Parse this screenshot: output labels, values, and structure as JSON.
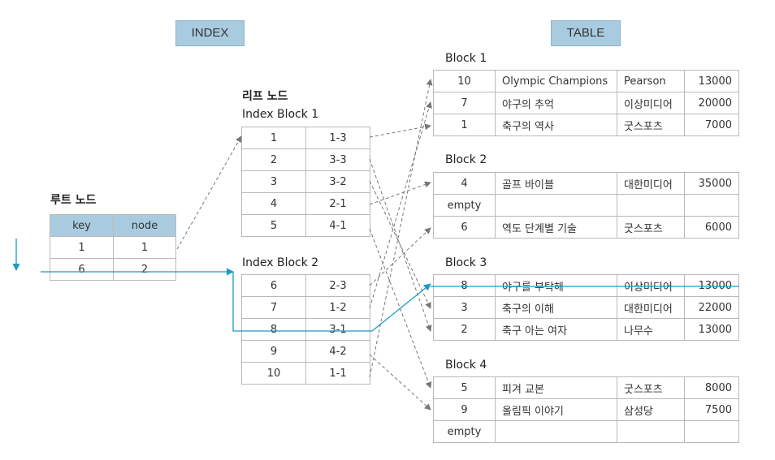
{
  "headers": {
    "index": "INDEX",
    "table": "TABLE"
  },
  "root": {
    "title": "루트 노드",
    "columns": [
      "key",
      "node"
    ],
    "rows": [
      [
        "1",
        "1"
      ],
      [
        "6",
        "2"
      ]
    ]
  },
  "leaf_title": "리프 노드",
  "index_blocks": [
    {
      "title": "Index Block 1",
      "rows": [
        [
          "1",
          "1-3"
        ],
        [
          "2",
          "3-3"
        ],
        [
          "3",
          "3-2"
        ],
        [
          "4",
          "2-1"
        ],
        [
          "5",
          "4-1"
        ]
      ]
    },
    {
      "title": "Index Block 2",
      "rows": [
        [
          "6",
          "2-3"
        ],
        [
          "7",
          "1-2"
        ],
        [
          "8",
          "3-1"
        ],
        [
          "9",
          "4-2"
        ],
        [
          "10",
          "1-1"
        ]
      ]
    }
  ],
  "data_blocks": [
    {
      "title": "Block 1",
      "rows": [
        [
          "10",
          "Olympic Champions",
          "Pearson",
          "13000"
        ],
        [
          "7",
          "야구의 추억",
          "이상미디어",
          "20000"
        ],
        [
          "1",
          "축구의 역사",
          "굿스포츠",
          "7000"
        ]
      ]
    },
    {
      "title": "Block 2",
      "rows": [
        [
          "4",
          "골프 바이블",
          "대한미디어",
          "35000"
        ],
        [
          "empty",
          "",
          "",
          ""
        ],
        [
          "6",
          "역도 단계별 기술",
          "굿스포츠",
          "6000"
        ]
      ]
    },
    {
      "title": "Block 3",
      "rows": [
        [
          "8",
          "야구를 부탁해",
          "이상미디어",
          "13000"
        ],
        [
          "3",
          "축구의 이해",
          "대한미디어",
          "22000"
        ],
        [
          "2",
          "축구 아는 여자",
          "나무수",
          "13000"
        ]
      ]
    },
    {
      "title": "Block 4",
      "rows": [
        [
          "5",
          "피겨 교본",
          "굿스포츠",
          "8000"
        ],
        [
          "9",
          "올림픽 이야기",
          "삼성당",
          "7500"
        ],
        [
          "empty",
          "",
          "",
          ""
        ]
      ]
    }
  ],
  "colors": {
    "header_fill": "#a9cbe0",
    "arrow_dashed": "#777777",
    "highlight_path": "#1a9bc4"
  }
}
